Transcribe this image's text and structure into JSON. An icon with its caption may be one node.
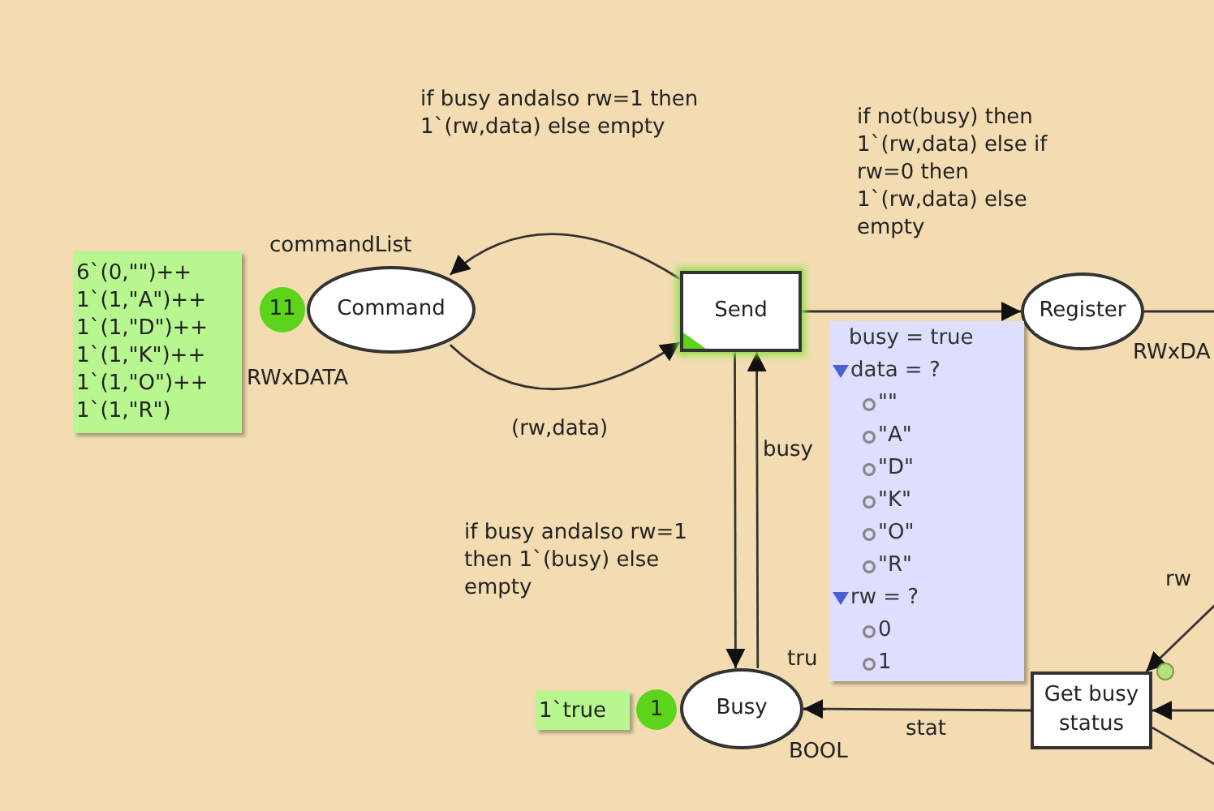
{
  "diagram": {
    "nodes": [
      {
        "text": [
          "Command"
        ],
        "beside": [
          "commandList",
          "RWxDATA"
        ]
      },
      {
        "text": [
          "11"
        ]
      },
      {
        "text": [
          "6`(0,\"\")++ 1`(1,\"A\")++ 1`(1,\"D\")++ 1`(1,\"K\")++ 1`(1,\"O\")++ 1`(1,\"R\")"
        ]
      },
      {
        "text": [
          "Send"
        ]
      },
      {
        "text": [
          "Register"
        ],
        "beside": [
          "RWxDA"
        ]
      },
      {
        "text": [
          "Busy"
        ],
        "beside": [
          "BOOL"
        ]
      },
      {
        "text": [
          "1"
        ]
      },
      {
        "text": [
          "1`true"
        ]
      },
      {
        "text": [
          "Get busy status"
        ]
      },
      {
        "text": [
          "busy = true",
          "data = ?",
          "\"\"",
          "\"A\"",
          "\"D\"",
          "\"K\"",
          "\"O\"",
          "\"R\"",
          "rw = ?",
          "0",
          "1"
        ]
      }
    ],
    "edges": [
      {
        "from": 3,
        "to": 0,
        "arrow": "to",
        "label": "if busy andalso rw=1 then 1`(rw,data) else empty"
      },
      {
        "from": 0,
        "to": 3,
        "arrow": "to",
        "label": "(rw,data)"
      },
      {
        "from": 3,
        "to": 4,
        "arrow": "to",
        "label": "if not(busy) then 1`(rw,data) else if rw=0 then 1`(rw,data) else empty"
      },
      {
        "from": 3,
        "to": 5,
        "arrow": "to",
        "label": "if busy andalso rw=1 then 1`(busy) else empty"
      },
      {
        "from": 5,
        "to": 3,
        "arrow": "to",
        "label": "busy"
      },
      {
        "from": 8,
        "to": 5,
        "arrow": "to",
        "label": "stat"
      },
      {
        "from": 4,
        "to": null,
        "arrow": "none"
      },
      {
        "from": null,
        "to": 8,
        "arrow": "to",
        "label": "rw"
      },
      {
        "from": null,
        "to": 8,
        "arrow": "to"
      },
      {
        "from": 8,
        "to": null,
        "arrow": "none"
      }
    ],
    "labels": [
      "tru"
    ]
  }
}
